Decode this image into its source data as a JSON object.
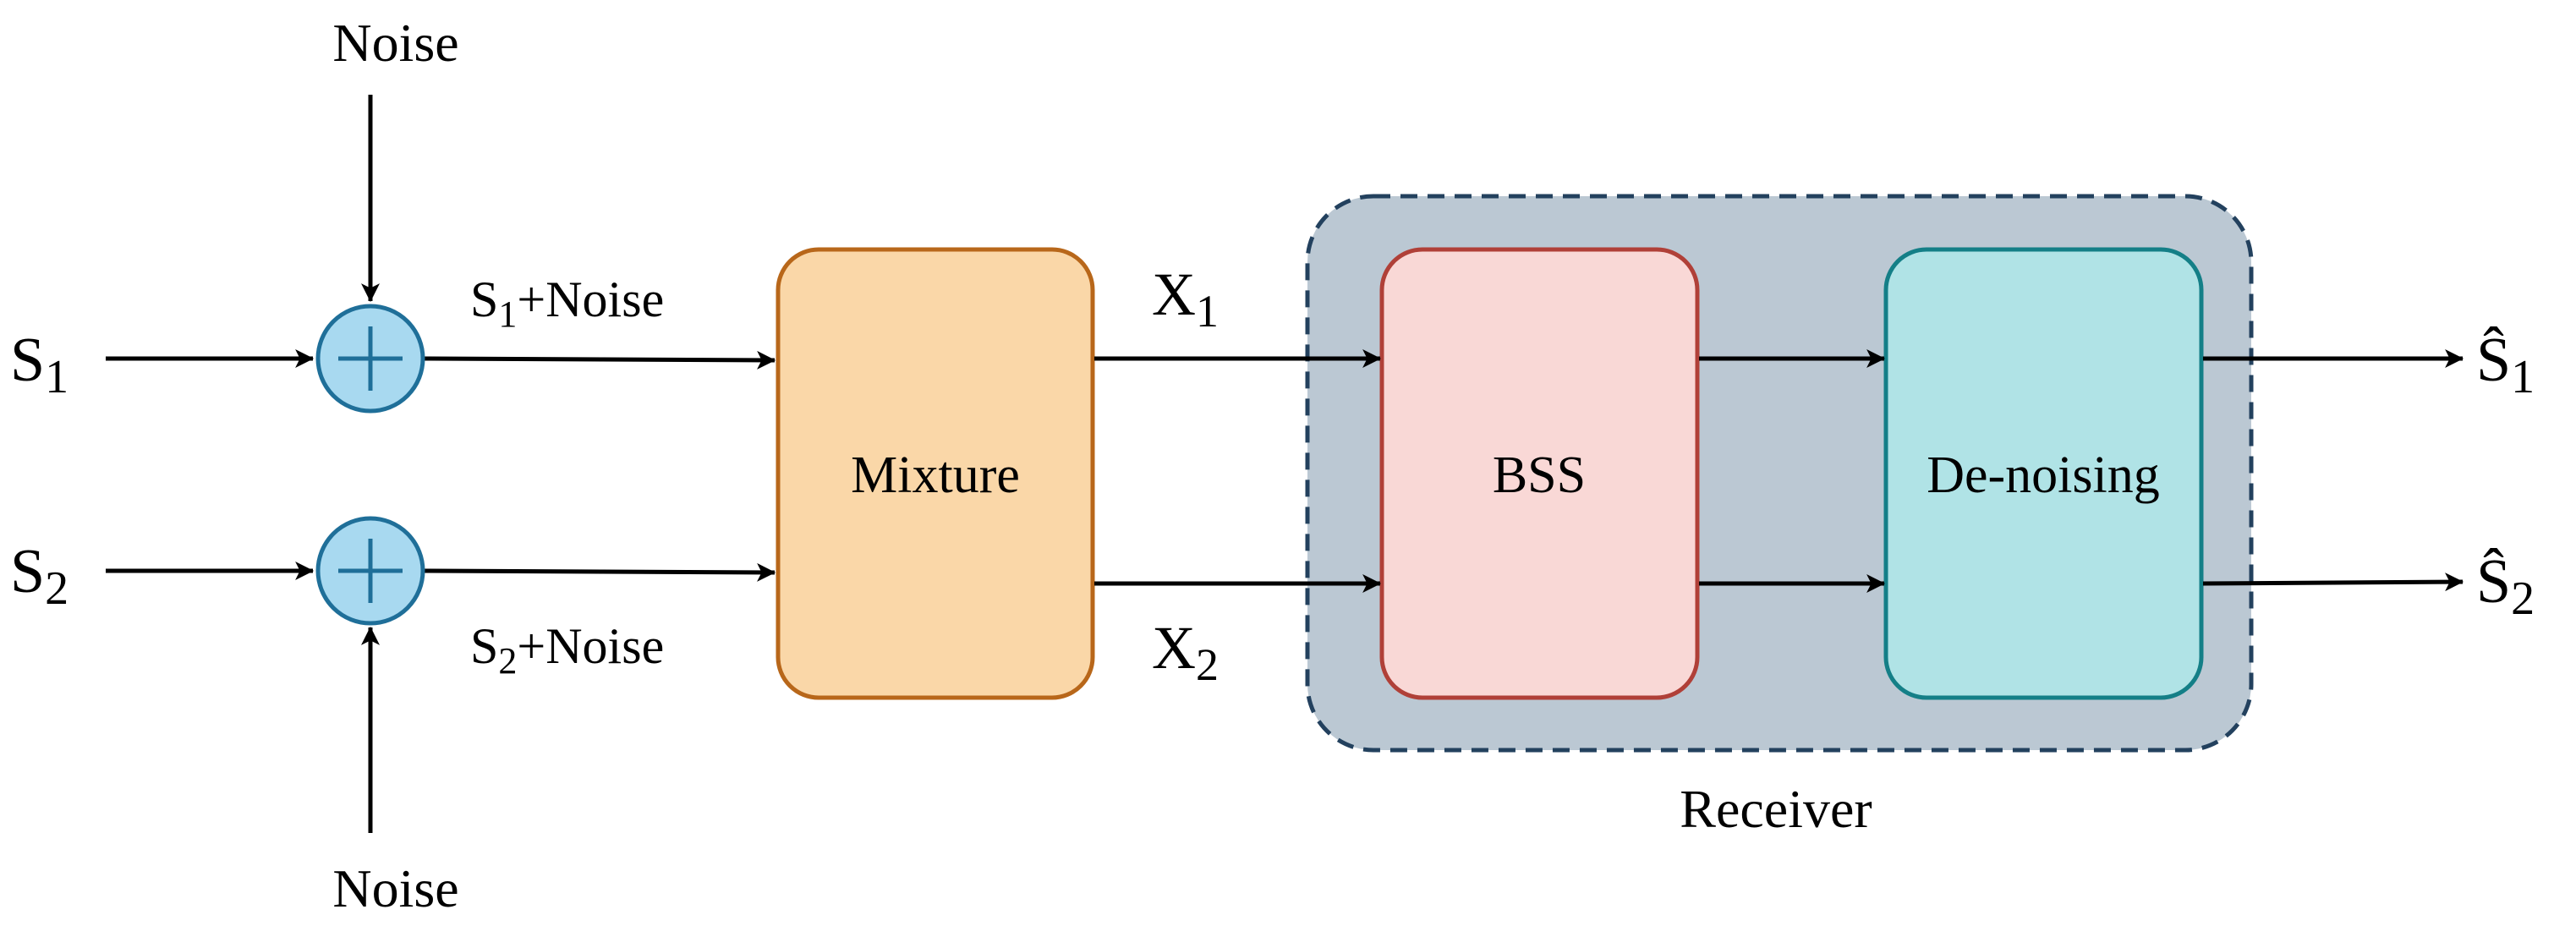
{
  "colors": {
    "line": "#000000",
    "adder_fill": "#a8d9f0",
    "adder_stroke": "#1f6f99",
    "mixture_fill": "#fad7a8",
    "mixture_stroke": "#b8671a",
    "receiver_fill": "#bbc8d3",
    "receiver_stroke": "#23415e",
    "bss_fill": "#f9d8d6",
    "bss_stroke": "#b04038",
    "denoise_fill": "#b0e3e6",
    "denoise_stroke": "#147f87"
  },
  "inputs": {
    "s1": {
      "base": "S",
      "sub": "1"
    },
    "s2": {
      "base": "S",
      "sub": "2"
    }
  },
  "noise": {
    "top": "Noise",
    "bottom": "Noise"
  },
  "noisy": {
    "s1": {
      "base": "S",
      "sub": "1",
      "suffix": "+Noise"
    },
    "s2": {
      "base": "S",
      "sub": "2",
      "suffix": "+Noise"
    }
  },
  "adder_icon": "plus-circle-icon",
  "mixture": {
    "label": "Mixture"
  },
  "mixed": {
    "x1": {
      "base": "X",
      "sub": "1"
    },
    "x2": {
      "base": "X",
      "sub": "2"
    }
  },
  "receiver": {
    "label": "Receiver"
  },
  "bss": {
    "label": "BSS"
  },
  "denoise": {
    "label": "De-noising"
  },
  "outputs": {
    "s1": {
      "base": "Ŝ",
      "sub": "1"
    },
    "s2": {
      "base": "Ŝ",
      "sub": "2"
    }
  }
}
